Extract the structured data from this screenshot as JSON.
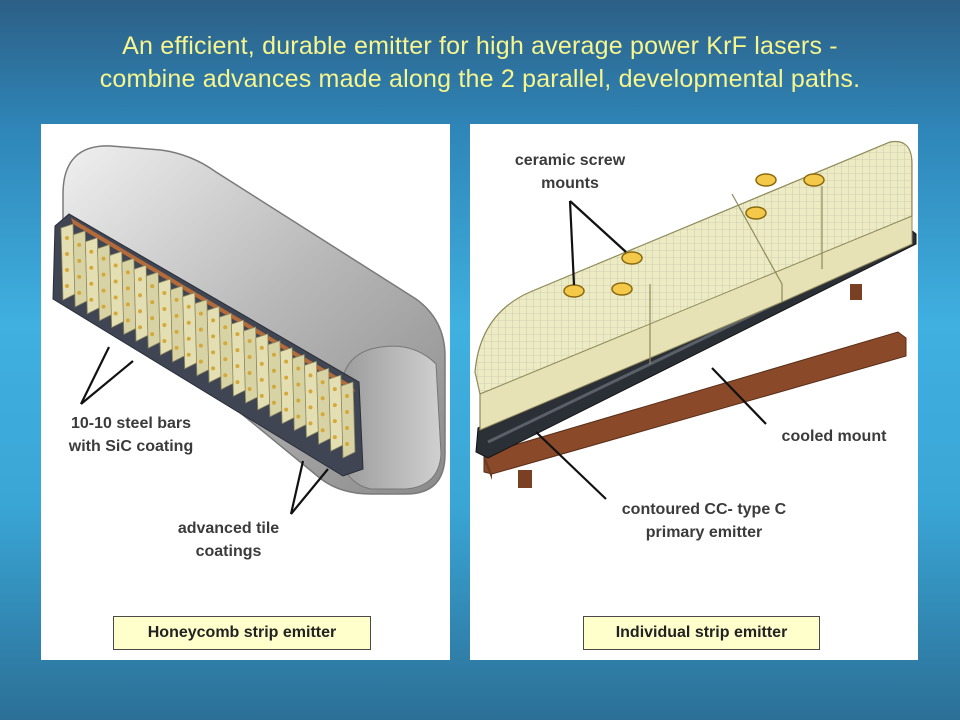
{
  "title": {
    "line1": "An efficient, durable emitter for high average power KrF lasers -",
    "line2": "combine advances made along the 2 parallel, developmental paths."
  },
  "left_panel": {
    "label_bars_line1": "10-10 steel bars",
    "label_bars_line2": "with SiC coating",
    "label_tile_line1": "advanced tile",
    "label_tile_line2": "coatings",
    "caption": "Honeycomb strip emitter"
  },
  "right_panel": {
    "label_screw_line1": "ceramic screw",
    "label_screw_line2": "mounts",
    "label_mount": "cooled mount",
    "label_emitter_line1": "contoured CC- type C",
    "label_emitter_line2": "primary emitter",
    "caption": "Individual strip emitter"
  },
  "colors": {
    "title": "#f7f58e",
    "caption_bg": "#ffffcc",
    "tile": "#ecebc4",
    "base": "#8a4a2a"
  }
}
